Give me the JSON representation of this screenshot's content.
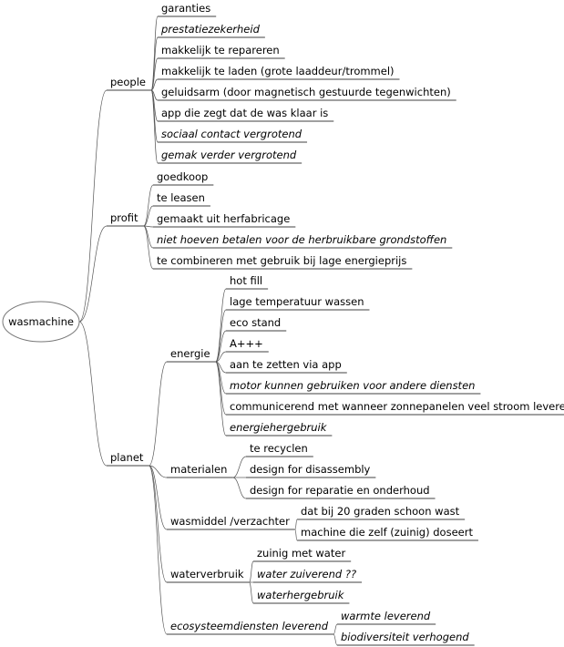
{
  "root": "wasmachine",
  "branches": [
    {
      "label": "people",
      "children": [
        {
          "label": "garanties",
          "italic": false
        },
        {
          "label": "prestatiezekerheid",
          "italic": true
        },
        {
          "label": "makkelijk te repareren",
          "italic": false
        },
        {
          "label": "makkelijk te laden (grote laaddeur/trommel)",
          "italic": false
        },
        {
          "label": "geluidsarm (door magnetisch gestuurde tegenwichten)",
          "italic": false
        },
        {
          "label": "app die zegt dat de was klaar is",
          "italic": false
        },
        {
          "label": "sociaal contact vergrotend",
          "italic": true
        },
        {
          "label": "gemak verder vergrotend",
          "italic": true
        }
      ]
    },
    {
      "label": "profit",
      "children": [
        {
          "label": "goedkoop",
          "italic": false
        },
        {
          "label": "te leasen",
          "italic": false
        },
        {
          "label": "gemaakt uit herfabricage",
          "italic": false
        },
        {
          "label": "niet hoeven betalen voor de herbruikbare grondstoffen",
          "italic": true
        },
        {
          "label": "te combineren met gebruik bij lage energieprijs",
          "italic": false
        }
      ]
    },
    {
      "label": "planet",
      "children": [
        {
          "label": "energie",
          "children": [
            {
              "label": "hot fill",
              "italic": false
            },
            {
              "label": "lage temperatuur wassen",
              "italic": false
            },
            {
              "label": "eco stand",
              "italic": false
            },
            {
              "label": "A+++",
              "italic": false
            },
            {
              "label": "aan te zetten via app",
              "italic": false
            },
            {
              "label": "motor kunnen gebruiken voor andere diensten",
              "italic": true
            },
            {
              "label": "communicerend met wanneer zonnepanelen veel stroom leveren",
              "italic": false
            },
            {
              "label": "energiehergebruik",
              "italic": true
            }
          ]
        },
        {
          "label": "materialen",
          "children": [
            {
              "label": "te recyclen",
              "italic": false
            },
            {
              "label": "design for disassembly",
              "italic": false
            },
            {
              "label": "design for reparatie en onderhoud",
              "italic": false
            }
          ]
        },
        {
          "label": "wasmiddel /verzachter",
          "children": [
            {
              "label": "dat bij 20 graden schoon wast",
              "italic": false
            },
            {
              "label": "machine die zelf (zuinig) doseert",
              "italic": false
            }
          ]
        },
        {
          "label": "waterverbruik",
          "children": [
            {
              "label": "zuinig met water",
              "italic": false
            },
            {
              "label": "water zuiverend ??",
              "italic": true
            },
            {
              "label": "waterhergebruik",
              "italic": true
            }
          ]
        },
        {
          "label": "ecosysteemdiensten leverend",
          "italic": true,
          "children": [
            {
              "label": "warmte leverend",
              "italic": true
            },
            {
              "label": "biodiversiteit verhogend",
              "italic": true
            }
          ]
        }
      ]
    }
  ]
}
